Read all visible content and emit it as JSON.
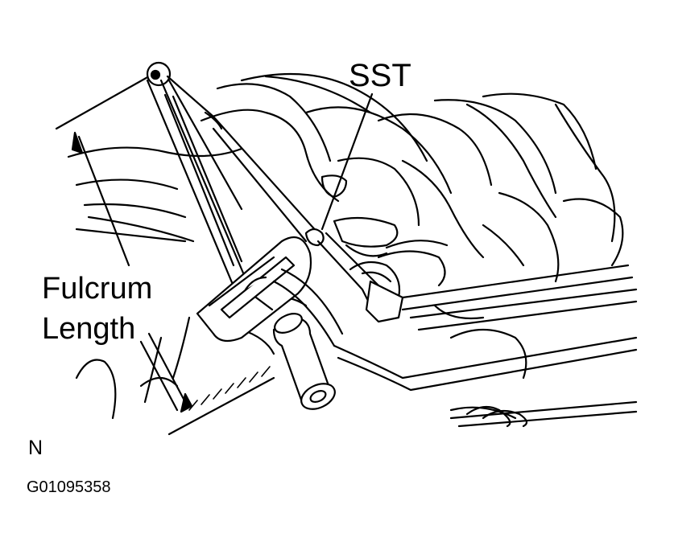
{
  "labels": {
    "sst": "SST",
    "fulcrum_line1": "Fulcrum",
    "fulcrum_line2": "Length",
    "orientation": "N",
    "figure_code": "G01095358"
  }
}
